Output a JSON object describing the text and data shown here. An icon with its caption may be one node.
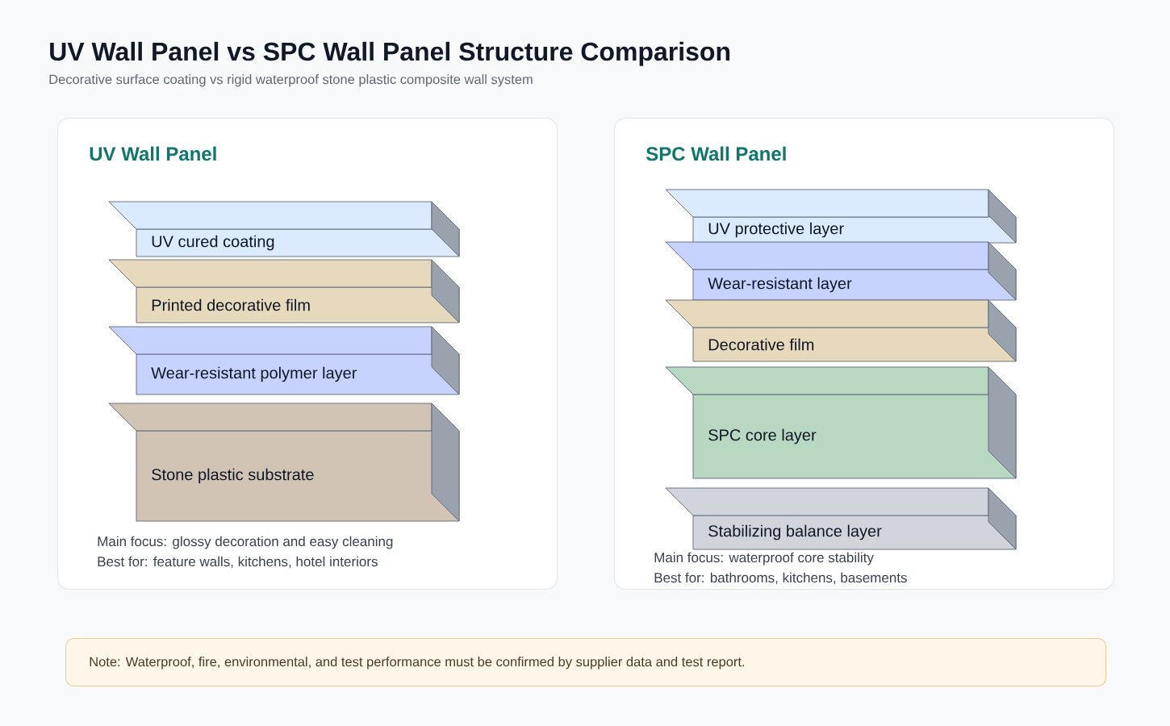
{
  "diagram": {
    "title": "UV Wall Panel vs SPC Wall Panel Structure Comparison",
    "nodes": [
      {
        "text": [
          "UV Wall Panel",
          "Main focus: glossy decoration and easy cleaning",
          "Best for: feature walls, kitchens, hotel interiors"
        ]
      },
      {
        "text": [
          "UV cured coating"
        ],
        "in": 0
      },
      {
        "text": [
          "Printed decorative film"
        ],
        "in": 0
      },
      {
        "text": [
          "Wear-resistant polymer layer"
        ],
        "in": 0
      },
      {
        "text": [
          "Stone plastic substrate"
        ],
        "in": 0
      },
      {
        "text": [
          "SPC Wall Panel",
          "Main focus: waterproof core stability",
          "Best for: bathrooms, kitchens, basements"
        ]
      },
      {
        "text": [
          "UV protective layer"
        ],
        "in": 5
      },
      {
        "text": [
          "Wear-resistant layer"
        ],
        "in": 5
      },
      {
        "text": [
          "Decorative film"
        ],
        "in": 5
      },
      {
        "text": [
          "SPC core layer"
        ],
        "in": 5
      },
      {
        "text": [
          "Stabilizing balance layer"
        ],
        "in": 5
      },
      {
        "text": [
          "Note: Waterproof, fire, environmental, and test performance must be confirmed by supplier data and test report."
        ]
      }
    ],
    "labels": [
      "Decorative surface coating vs rigid waterproof stone plastic composite wall system"
    ]
  }
}
